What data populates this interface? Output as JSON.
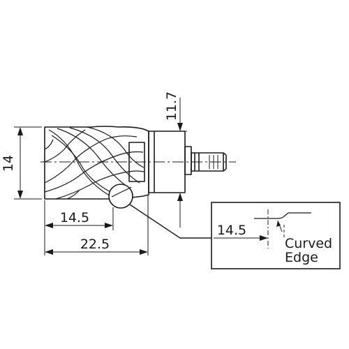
{
  "dimensions": {
    "height_14": "14",
    "neck_11_7": "11.7",
    "edge_14_5": "14.5",
    "length_22_5": "22.5",
    "detail_14_5": "14.5"
  },
  "detail_callout": {
    "line1": "Curved",
    "line2": "Edge"
  },
  "colors": {
    "line": "#1a1a1a",
    "background": "#ffffff"
  }
}
